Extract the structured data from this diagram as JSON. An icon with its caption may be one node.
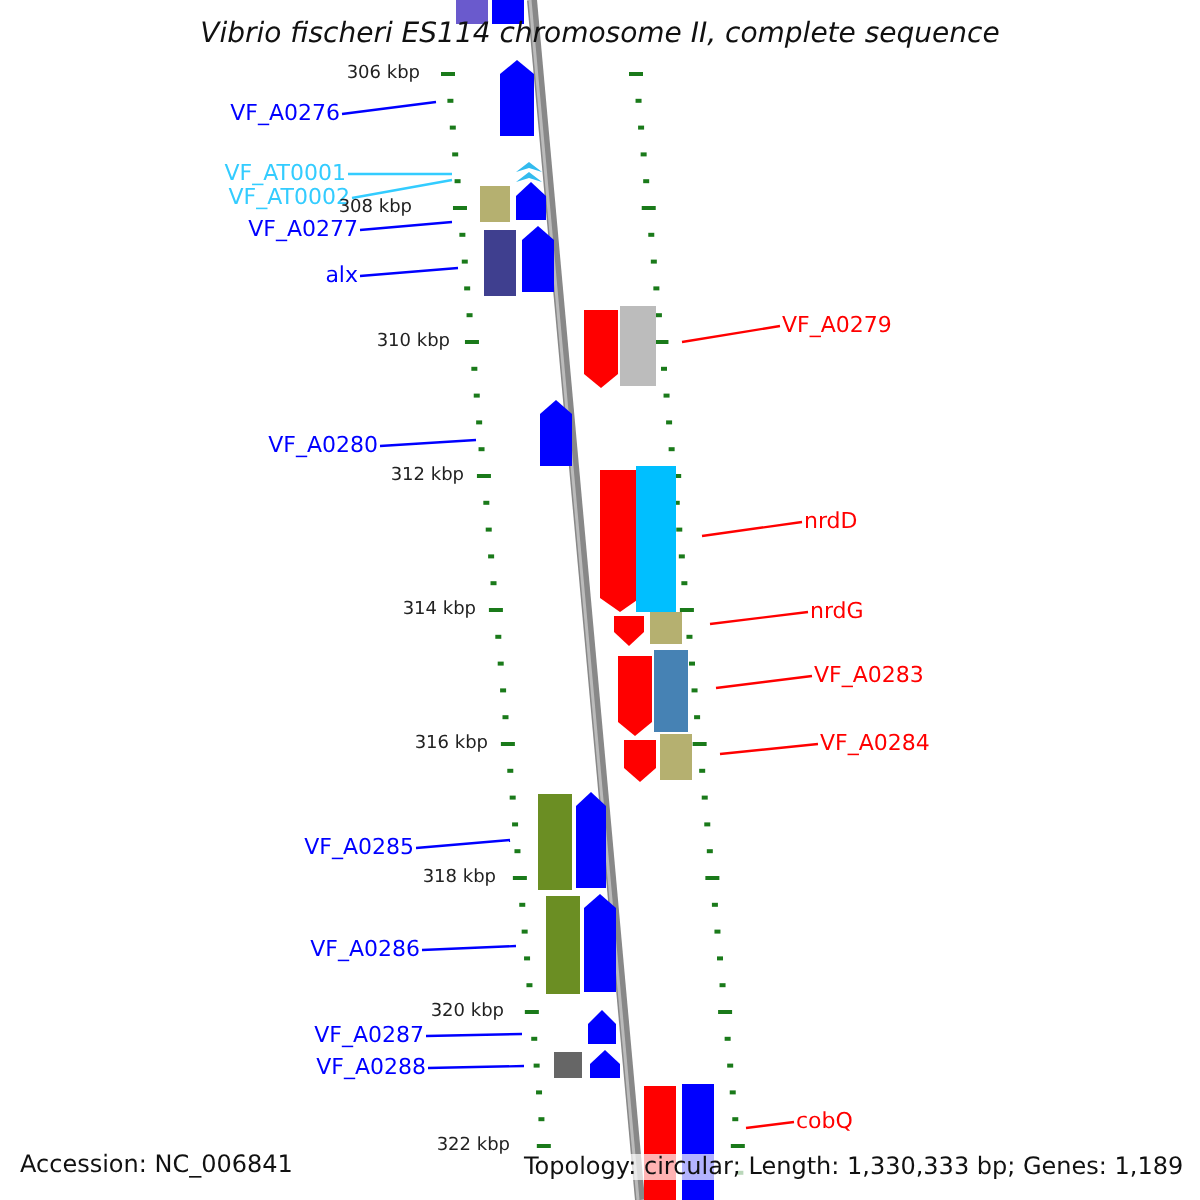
{
  "diagram": {
    "title": "Vibrio fischeri ES114 chromosome II, complete sequence",
    "nodes": [
      {
        "text": [
          "VF_A0276"
        ]
      },
      {
        "text": [
          "VF_AT0001"
        ]
      },
      {
        "text": [
          "VF_AT0002"
        ]
      },
      {
        "text": [
          "VF_A0277"
        ]
      },
      {
        "text": [
          "alx"
        ]
      },
      {
        "text": [
          "VF_A0279"
        ]
      },
      {
        "text": [
          "VF_A0280"
        ]
      },
      {
        "text": [
          "nrdD"
        ]
      },
      {
        "text": [
          "nrdG"
        ]
      },
      {
        "text": [
          "VF_A0283"
        ]
      },
      {
        "text": [
          "VF_A0284"
        ]
      },
      {
        "text": [
          "VF_A0285"
        ]
      },
      {
        "text": [
          "VF_A0286"
        ]
      },
      {
        "text": [
          "VF_A0287"
        ]
      },
      {
        "text": [
          "VF_A0288"
        ]
      },
      {
        "text": [
          "cobQ"
        ]
      }
    ],
    "edges": [
      {
        "from": 0,
        "to": null,
        "arrow": "none"
      },
      {
        "from": 1,
        "to": null,
        "arrow": "none",
        "color": "#33ccff"
      },
      {
        "from": 2,
        "to": null,
        "arrow": "none",
        "color": "#33ccff"
      },
      {
        "from": 3,
        "to": null,
        "arrow": "none"
      },
      {
        "from": 4,
        "to": null,
        "arrow": "none"
      },
      {
        "from": 5,
        "to": null,
        "arrow": "none",
        "color": "#ff0000"
      },
      {
        "from": 6,
        "to": null,
        "arrow": "none"
      },
      {
        "from": 7,
        "to": null,
        "arrow": "none",
        "color": "#ff0000"
      },
      {
        "from": 8,
        "to": null,
        "arrow": "none",
        "color": "#ff0000"
      },
      {
        "from": 9,
        "to": null,
        "arrow": "none",
        "color": "#ff0000"
      },
      {
        "from": 10,
        "to": null,
        "arrow": "none",
        "color": "#ff0000"
      },
      {
        "from": 11,
        "to": null,
        "arrow": "none"
      },
      {
        "from": 12,
        "to": null,
        "arrow": "none"
      },
      {
        "from": 13,
        "to": null,
        "arrow": "none"
      },
      {
        "from": 14,
        "to": null,
        "arrow": "none"
      },
      {
        "from": 15,
        "to": null,
        "arrow": "none",
        "color": "#ff0000"
      }
    ],
    "labels": [
      "306 kbp",
      "308 kbp",
      "310 kbp",
      "312 kbp",
      "314 kbp",
      "316 kbp",
      "318 kbp",
      "320 kbp",
      "322 kbp",
      "Accession: NC_006841",
      "Topology: circular; Length: 1,330,333 bp; Genes: 1,189"
    ]
  }
}
